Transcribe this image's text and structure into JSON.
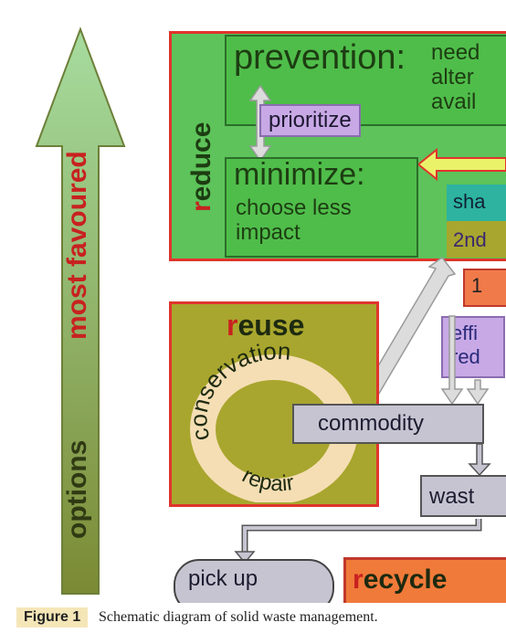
{
  "arrow": {
    "top_label": "most favoured",
    "bottom_label": "options"
  },
  "reduce": {
    "heading_r": "r",
    "heading_rest": "educe",
    "prevention": "prevention:",
    "prevention_side": [
      "need",
      "alter",
      "avail"
    ],
    "prioritize": "prioritize",
    "minimize": "minimize:",
    "minimize_lines": [
      "choose less",
      "impact"
    ]
  },
  "right_panel": {
    "line1": "sha",
    "line2": "2nd",
    "line3": "1",
    "eff_lines": [
      "effi",
      "red"
    ]
  },
  "reuse": {
    "heading_r": "r",
    "heading_rest": "euse",
    "arc_top": "conservation",
    "arc_bottom": "repair"
  },
  "commodity": "commodity",
  "waste": "wast",
  "pickup": "pick up",
  "recycle": {
    "heading_r": "r",
    "heading_rest": "ecycle"
  },
  "caption": {
    "label": "Figure 1",
    "text": "Schematic diagram of solid waste management."
  },
  "colors": {
    "green": "#5bc35b",
    "olive": "#a8a62e",
    "red_border": "#e0342d",
    "lavender": "#c8a9e6",
    "grey_box": "#c7c4d2",
    "arrow_top": "#9ed39a",
    "arrow_bottom": "#7d8d3c",
    "caption_label_bg": "#f5e6b8"
  }
}
